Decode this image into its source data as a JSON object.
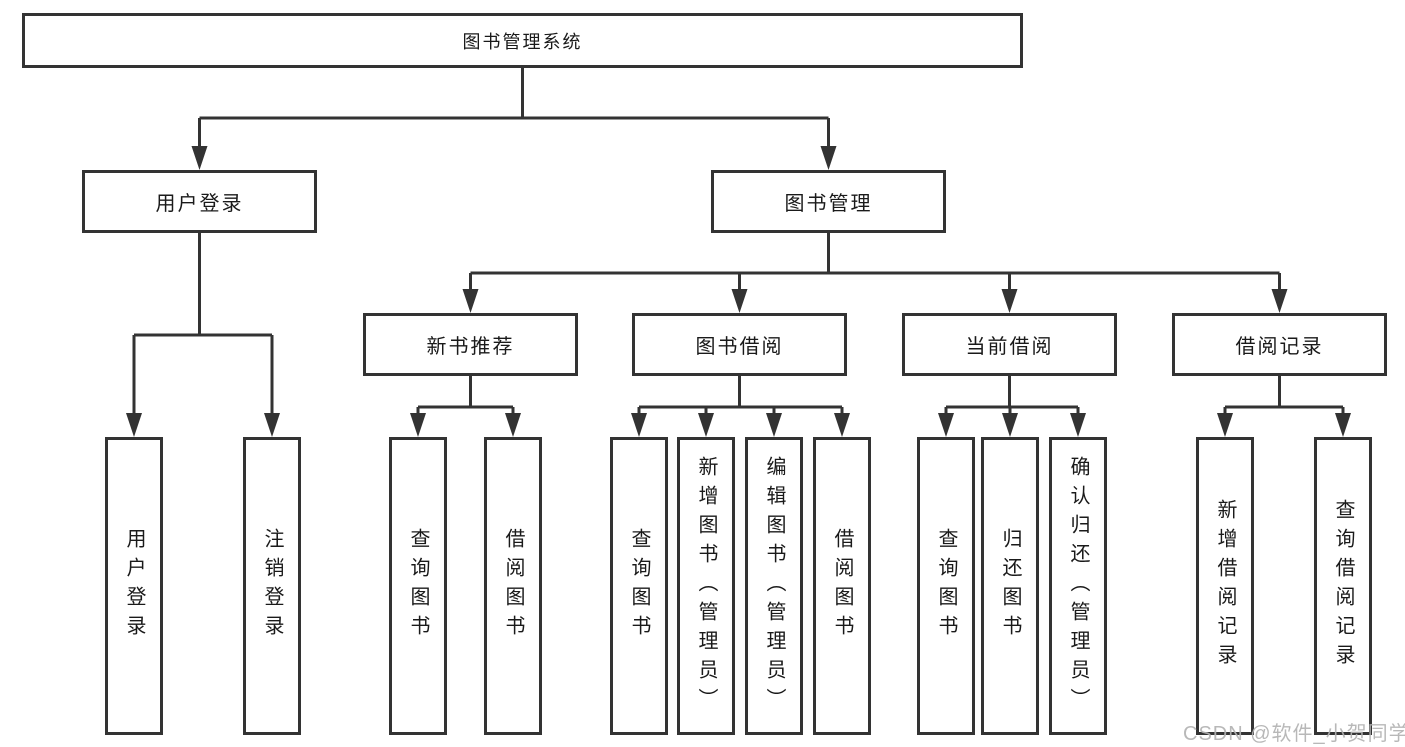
{
  "diagram": {
    "title_node": {
      "label": "图书管理系统"
    },
    "level2": [
      {
        "label": "用户登录"
      },
      {
        "label": "图书管理"
      }
    ],
    "level3": [
      {
        "label": "新书推荐"
      },
      {
        "label": "图书借阅"
      },
      {
        "label": "当前借阅"
      },
      {
        "label": "借阅记录"
      }
    ],
    "leaves": [
      {
        "label": "用户登录",
        "parent": "用户登录"
      },
      {
        "label": "注销登录",
        "parent": "用户登录"
      },
      {
        "label": "查询图书",
        "parent": "新书推荐"
      },
      {
        "label": "借阅图书",
        "parent": "新书推荐"
      },
      {
        "label": "查询图书",
        "parent": "图书借阅"
      },
      {
        "label": "新增图书（管理员）",
        "parent": "图书借阅"
      },
      {
        "label": "编辑图书（管理员）",
        "parent": "图书借阅"
      },
      {
        "label": "借阅图书",
        "parent": "图书借阅"
      },
      {
        "label": "查询图书",
        "parent": "当前借阅"
      },
      {
        "label": "归还图书",
        "parent": "当前借阅"
      },
      {
        "label": "确认归还（管理员）",
        "parent": "当前借阅"
      },
      {
        "label": "新增借阅记录",
        "parent": "借阅记录"
      },
      {
        "label": "查询借阅记录",
        "parent": "借阅记录"
      }
    ]
  },
  "watermark": {
    "text": "CSDN @软件_小贺同学"
  },
  "colors": {
    "line": "#333333",
    "border": "#333333",
    "text": "#1a1a1a",
    "watermark": "#b3b3b3",
    "background": "#ffffff"
  }
}
